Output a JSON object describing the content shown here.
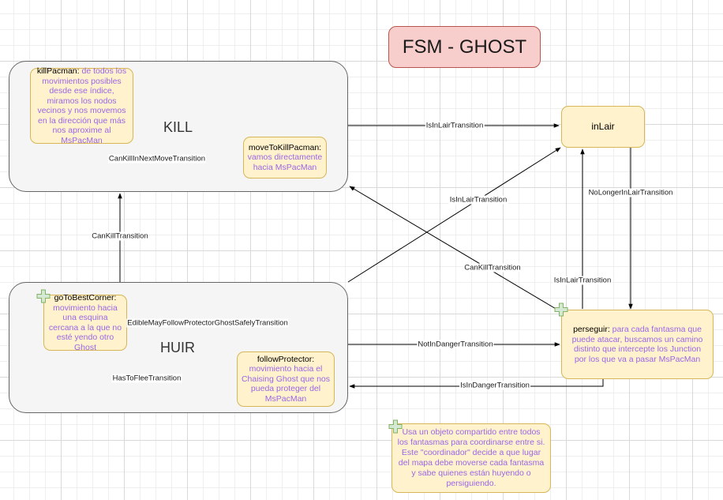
{
  "title": "FSM - GHOST",
  "groups": {
    "kill": "KILL",
    "huir": "HUIR"
  },
  "states": {
    "killPacman": {
      "name": "killPacman:",
      "desc": " de todos los movimientos posibles desde ese índice, miramos los nodos vecinos y nos movemos en la dirección que más nos aproxime al MsPacMan"
    },
    "moveToKillPacman": {
      "name": "moveToKillPacman:",
      "desc": "vamos directamente hacia MsPacMan"
    },
    "goToBestCorner": {
      "name": "goToBestCorner:",
      "desc": "movimiento hacia una esquina cercana a la que no esté yendo otro Ghost"
    },
    "followProtector": {
      "name": "followProtector:",
      "desc": "movimiento hacia el Chaising Ghost que nos pueda proteger del MsPacMan"
    },
    "inLair": {
      "name": "inLair"
    },
    "perseguir": {
      "name": "perseguir:",
      "desc": " para cada fantasma que puede atacar, buscamos un camino distinto que intercepte los Junction por los que va a pasar MsPacMan"
    }
  },
  "note": "Usa un objeto compartido entre todos los fantasmas para coordinarse entre si. Este \"coordinador\" decide a que lugar del mapa debe moverse cada fantasma y sabe quienes están huyendo o persiguiendo.",
  "edges": {
    "e_killToLair": "IsInLairTransition",
    "e_killNext": "CanKillInNextMoveTransition",
    "e_canKillHuir": "CanKillTransition",
    "e_huirToLair": "IsInLairTransition",
    "e_perseguirToKill": "CanKillTransition",
    "e_noLonger": "NoLongerInLairTransition",
    "e_perseguirToLair": "IsInLairTransition",
    "e_edible": "EdibleMayFollowProtectorGhostSafelyTransition",
    "e_hasToFlee": "HasToFleeTransition",
    "e_notInDanger": "NotInDangerTransition",
    "e_isInDanger": "IsInDangerTransition"
  }
}
